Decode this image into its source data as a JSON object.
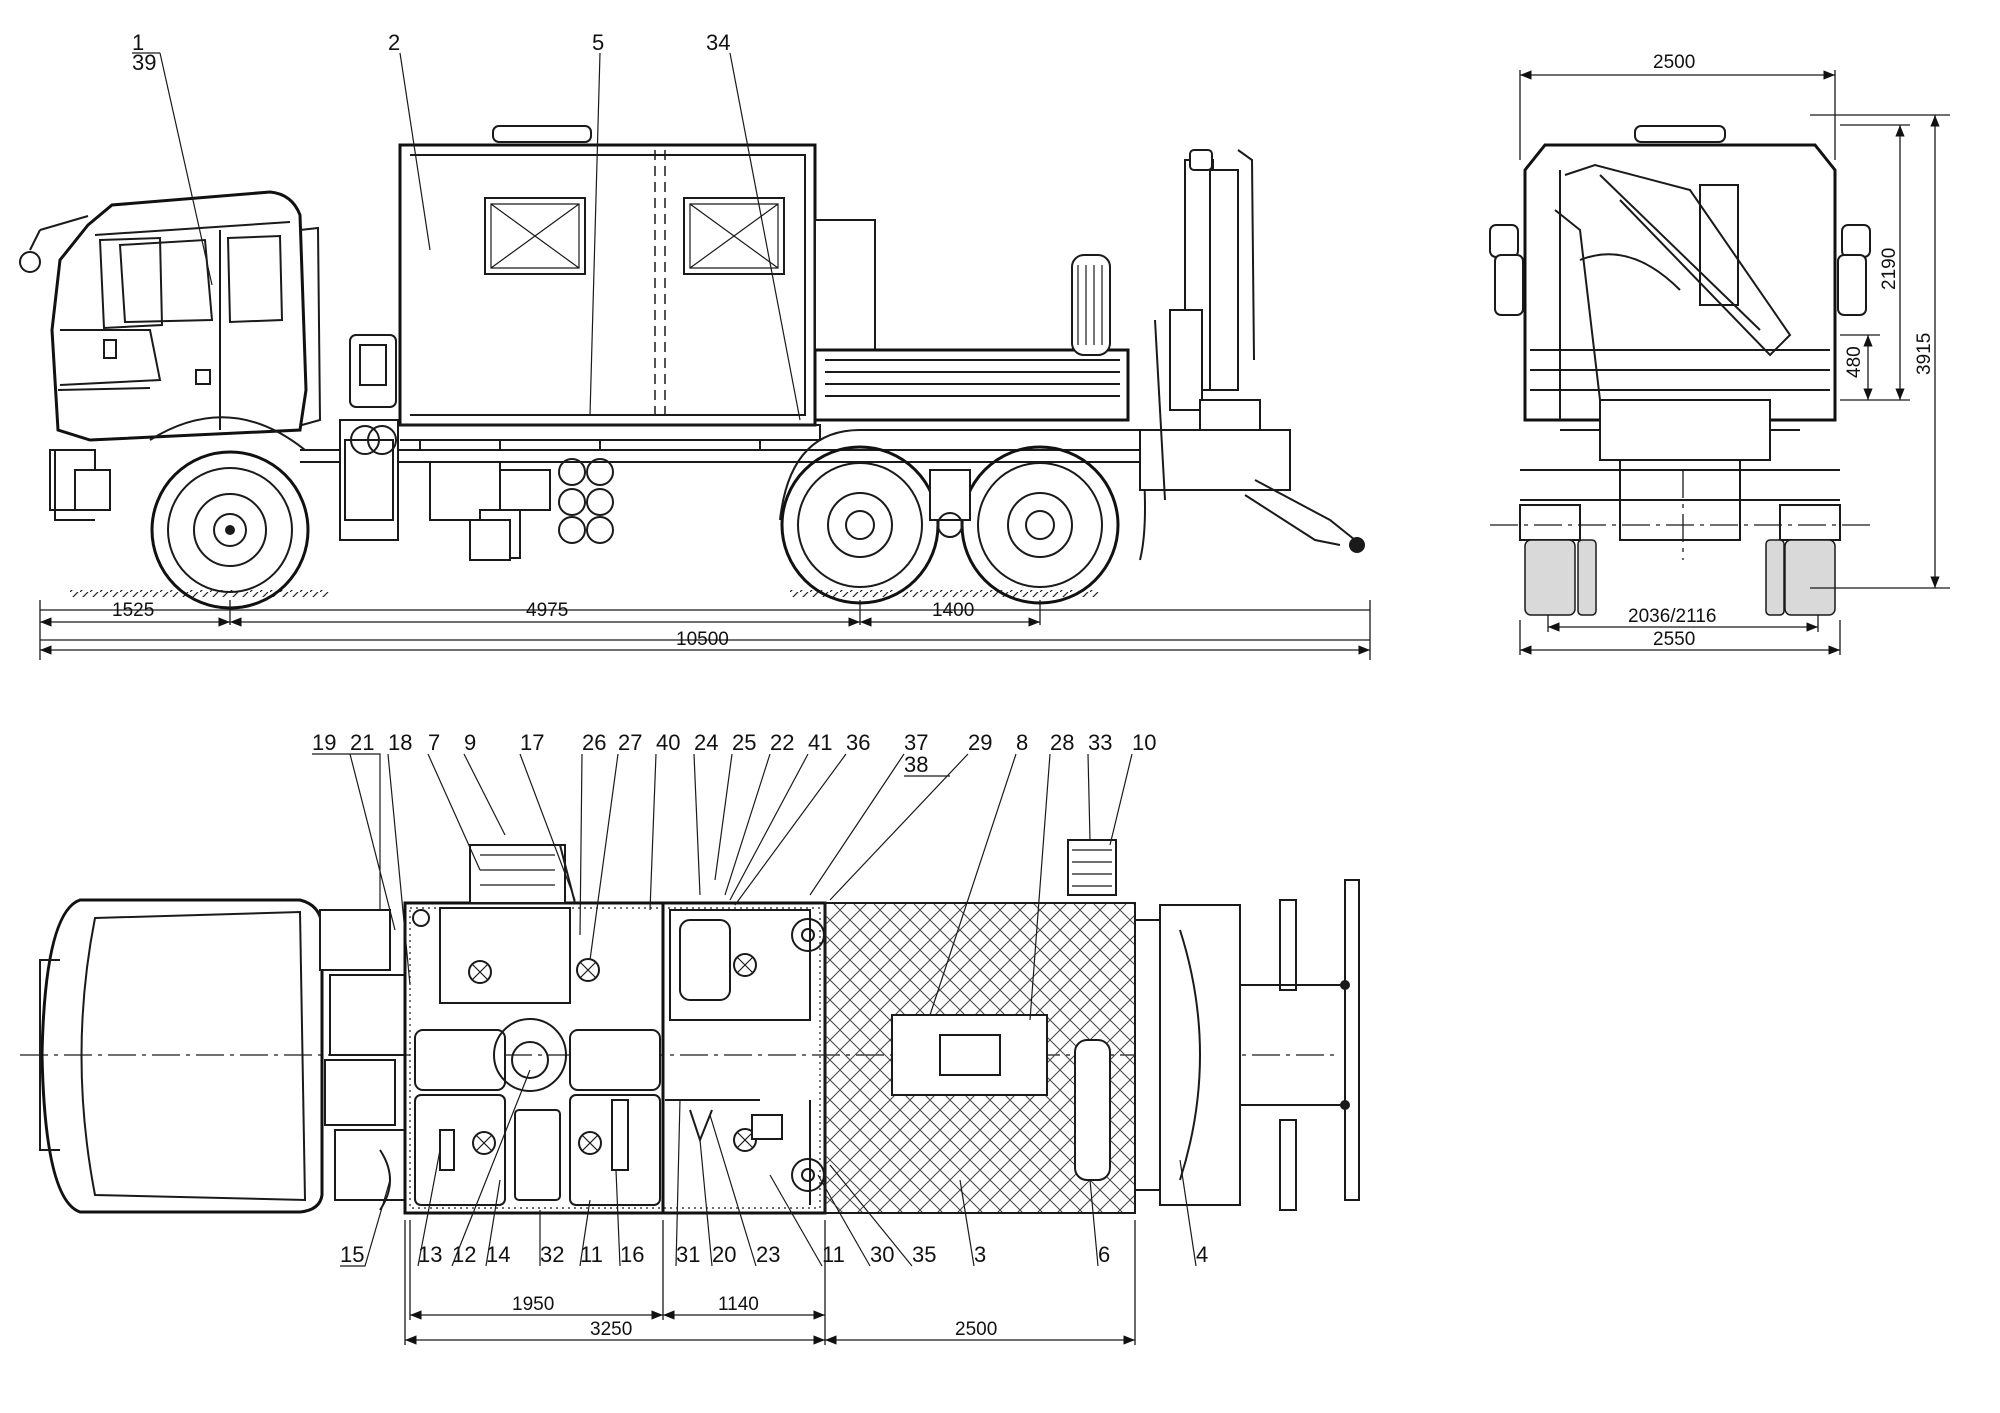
{
  "side_view": {
    "callouts": [
      "1",
      "39",
      "2",
      "5",
      "34"
    ],
    "dimensions": {
      "front_overhang": "1525",
      "wheelbase": "4975",
      "axle_spacing": "1400",
      "overall_length": "10500"
    }
  },
  "rear_view": {
    "dimensions": {
      "body_width": "2500",
      "body_height": "2190",
      "floor_offset": "480",
      "overall_height": "3915",
      "track": "2036/2116",
      "overall_width": "2550"
    }
  },
  "plan_view": {
    "callouts_top": [
      "19",
      "21",
      "18",
      "7",
      "9",
      "17",
      "26",
      "27",
      "40",
      "24",
      "25",
      "22",
      "41",
      "36",
      "37",
      "38",
      "29",
      "8",
      "28",
      "33",
      "10"
    ],
    "callouts_bottom": [
      "15",
      "13",
      "12",
      "14",
      "32",
      "11",
      "16",
      "31",
      "20",
      "23",
      "11",
      "30",
      "35",
      "3",
      "6",
      "4"
    ],
    "dimensions": {
      "section_1": "1950",
      "section_2": "1140",
      "compartment_total": "3250",
      "open_platform": "2500"
    }
  }
}
